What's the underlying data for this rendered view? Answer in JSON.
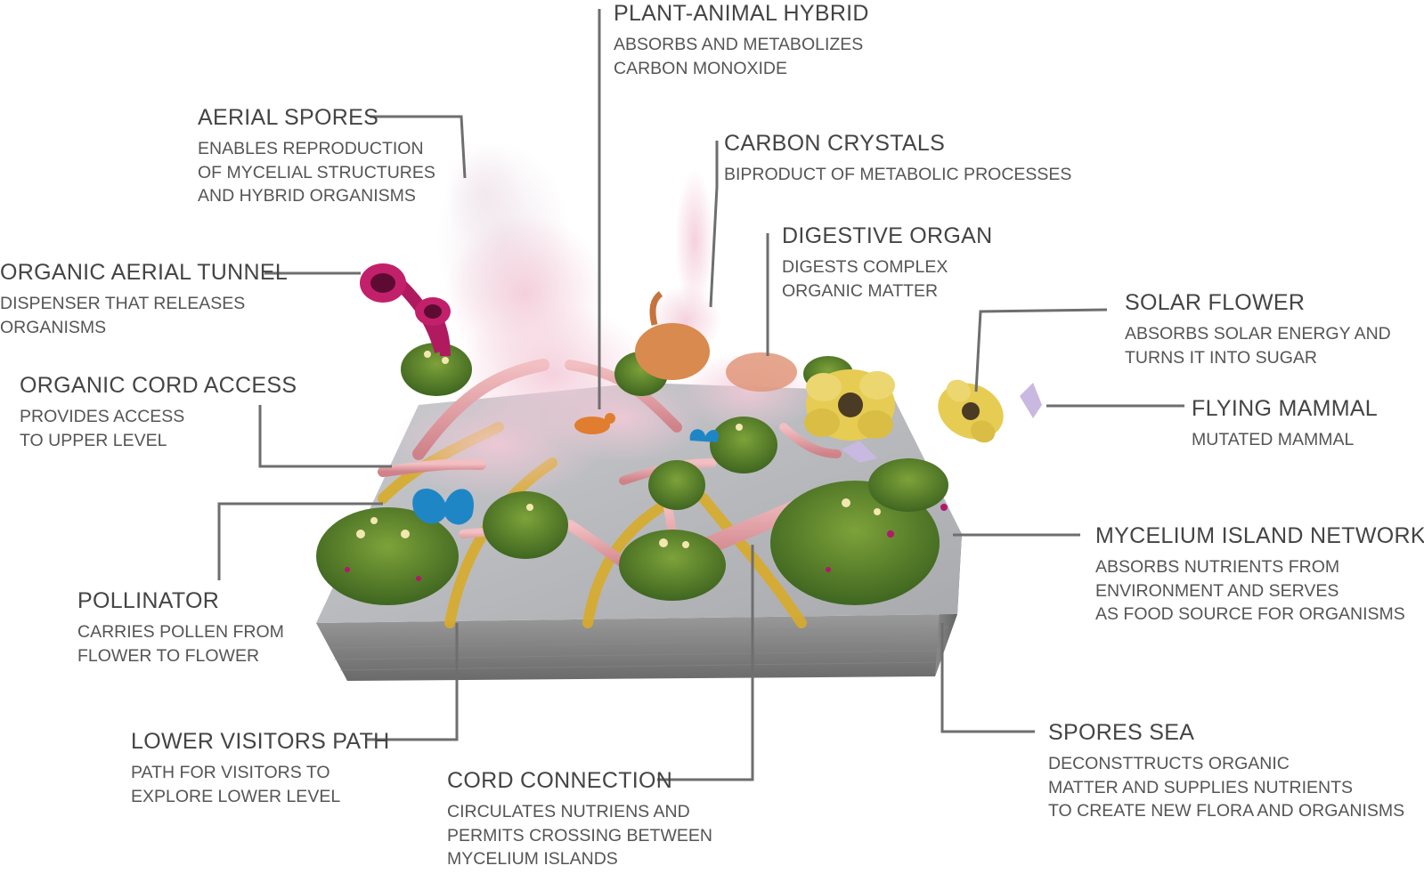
{
  "labels": {
    "plant_animal_hybrid": {
      "title": "PLANT-ANIMAL HYBRID",
      "lines": [
        "ABSORBS AND METABOLIZES",
        "CARBON MONOXIDE"
      ]
    },
    "aerial_spores": {
      "title": "AERIAL SPORES",
      "lines": [
        "ENABLES REPRODUCTION",
        "OF MYCELIAL STRUCTURES",
        "AND HYBRID ORGANISMS"
      ]
    },
    "carbon_crystals": {
      "title": "CARBON CRYSTALS",
      "lines": [
        "BIPRODUCT OF METABOLIC PROCESSES"
      ]
    },
    "digestive_organ": {
      "title": "DIGESTIVE ORGAN",
      "lines": [
        "DIGESTS COMPLEX",
        "ORGANIC MATTER"
      ]
    },
    "organic_aerial_tunnel": {
      "title": "ORGANIC AERIAL TUNNEL",
      "lines": [
        "DISPENSER THAT RELEASES",
        "ORGANISMS"
      ]
    },
    "solar_flower": {
      "title": "SOLAR FLOWER",
      "lines": [
        "ABSORBS SOLAR ENERGY AND",
        "TURNS IT INTO SUGAR"
      ]
    },
    "organic_cord_access": {
      "title": "ORGANIC CORD ACCESS",
      "lines": [
        "PROVIDES ACCESS",
        "TO UPPER LEVEL"
      ]
    },
    "flying_mammal": {
      "title": "FLYING MAMMAL",
      "lines": [
        "MUTATED MAMMAL"
      ]
    },
    "mycelium_island_network": {
      "title": "MYCELIUM ISLAND NETWORK",
      "lines": [
        "ABSORBS NUTRIENTS FROM",
        "ENVIRONMENT AND SERVES",
        "AS FOOD SOURCE FOR ORGANISMS"
      ]
    },
    "pollinator": {
      "title": "POLLINATOR",
      "lines": [
        "CARRIES POLLEN FROM",
        "FLOWER TO FLOWER"
      ]
    },
    "lower_visitors_path": {
      "title": "LOWER VISITORS PATH",
      "lines": [
        "PATH FOR VISITORS TO",
        "EXPLORE LOWER LEVEL"
      ]
    },
    "spores_sea": {
      "title": "SPORES SEA",
      "lines": [
        "DECONSTTRUCTS ORGANIC",
        "MATTER AND SUPPLIES NUTRIENTS",
        "TO CREATE NEW FLORA AND ORGANISMS"
      ]
    },
    "cord_connection": {
      "title": "CORD CONNECTION",
      "lines": [
        "CIRCULATES NUTRIENS AND",
        "PERMITS CROSSING BETWEEN",
        "MYCELIUM ISLANDS"
      ]
    }
  },
  "colors": {
    "leader": "#6e6e6e",
    "text": "#444444",
    "block_side": "#7d7d7d",
    "moss": "#4f7a25",
    "cord_pink": "#e3a0a6",
    "path_yellow": "#d8ab2a",
    "spore_cloud": "#efc6d3",
    "solar_flower": "#e6cc52",
    "tunnel_magenta": "#b01a5e",
    "pollinator_blue": "#1f86c6",
    "digestive_orange": "#d98a4e"
  }
}
